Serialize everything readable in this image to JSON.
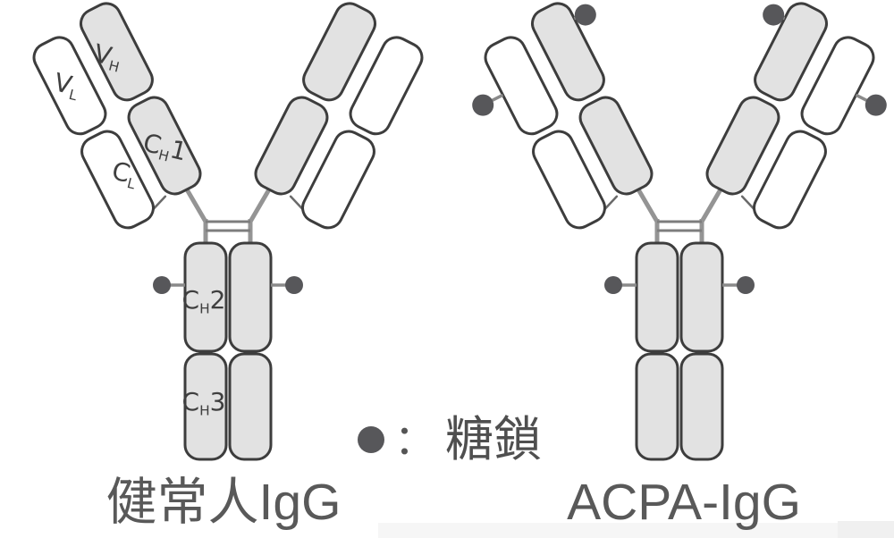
{
  "diagram": {
    "background": "#ffffff",
    "colors": {
      "heavy_domain_fill": "#e2e2e2",
      "light_domain_fill": "#ffffff",
      "domain_outline": "#3d3d3d",
      "hinge_line": "#949494",
      "disulfide_bar": "#7d7d7d",
      "connector_line": "#6a6a6a",
      "glycan_dot": "#57575a",
      "glycan_stem": "#8a8a8a",
      "domain_label_text": "#3f3f3f",
      "caption_text": "#595959",
      "legend_text": "#4f4f4f"
    },
    "antibodies": [
      {
        "id": "healthy-igg",
        "caption": "健常人IgG",
        "glycan_sites": [
          "fc-left",
          "fc-right"
        ]
      },
      {
        "id": "acpa-igg",
        "caption": "ACPA-IgG",
        "glycan_sites": [
          "fc-left",
          "fc-right",
          "fab-vh-tip-left",
          "fab-vh-tip-right",
          "fab-vl-side-left",
          "fab-vl-side-right"
        ]
      }
    ],
    "domain_labels": {
      "vl": {
        "main": "V",
        "sub": "L",
        "suffix": ""
      },
      "vh": {
        "main": "V",
        "sub": "H",
        "suffix": ""
      },
      "cl": {
        "main": "C",
        "sub": "L",
        "suffix": ""
      },
      "ch1": {
        "main": "C",
        "sub": "H",
        "suffix": "1"
      },
      "ch2": {
        "main": "C",
        "sub": "H",
        "suffix": "2"
      },
      "ch3": {
        "main": "C",
        "sub": "H",
        "suffix": "3"
      }
    },
    "legend": {
      "symbol": "glycan-dot",
      "separator": "：",
      "label": "糖鎖"
    }
  }
}
